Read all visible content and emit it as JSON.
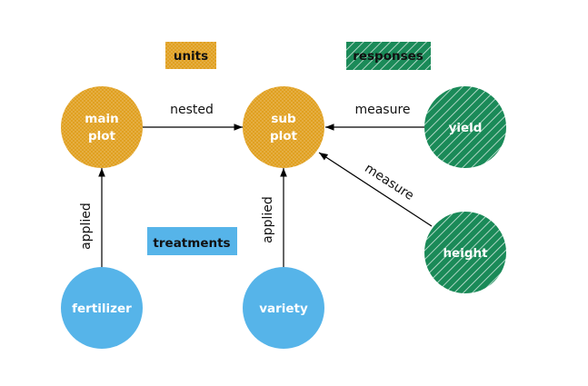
{
  "colors": {
    "units": "#E0A020",
    "treatments": "#56B4E9",
    "responses": "#1A8A58",
    "edge": "#000000",
    "text_dark": "#111111",
    "text_light": "#ffffff"
  },
  "legend": {
    "units": "units",
    "responses": "responses",
    "treatments": "treatments"
  },
  "nodes": {
    "main_plot": {
      "line1": "main",
      "line2": "plot"
    },
    "sub_plot": {
      "line1": "sub",
      "line2": "plot"
    },
    "yield": "yield",
    "height": "height",
    "fertilizer": "fertilizer",
    "variety": "variety"
  },
  "edges": {
    "nested": "nested",
    "measure_yield": "measure",
    "measure_height": "measure",
    "applied_fertilizer": "applied",
    "applied_variety": "applied"
  }
}
